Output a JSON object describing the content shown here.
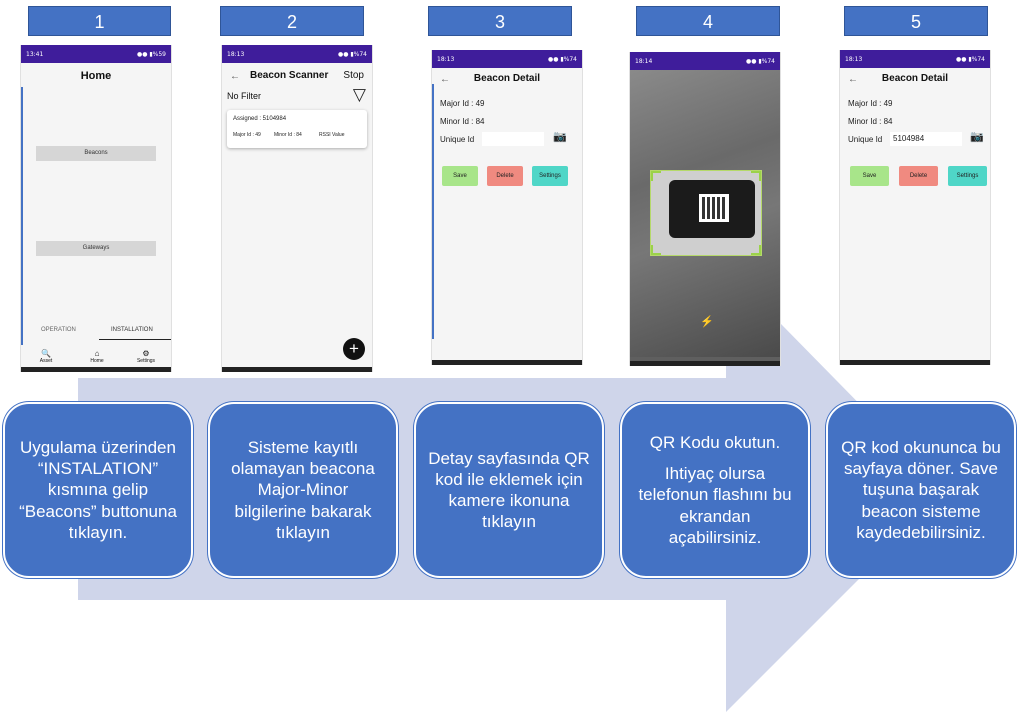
{
  "steps": [
    "1",
    "2",
    "3",
    "4",
    "5"
  ],
  "status_times": [
    "13:41",
    "18:13",
    "18:13",
    "18:14",
    "18:13"
  ],
  "status_icons": [
    "●● ▮%59",
    "●● ▮%74",
    "●● ▮%74",
    "●● ▮%74",
    "●● ▮%74"
  ],
  "screen1": {
    "title": "Home",
    "beacons_button": "Beacons",
    "gateways_button": "Gateways",
    "tab_operation": "OPERATION",
    "tab_installation": "INSTALLATION",
    "nav": [
      {
        "icon": "🔍",
        "label": "Asset"
      },
      {
        "icon": "⌂",
        "label": "Home"
      },
      {
        "icon": "⚙",
        "label": "Settings"
      }
    ]
  },
  "screen2": {
    "back": "←",
    "title": "Beacon Scanner",
    "stop": "Stop",
    "filter_label": "No Filter",
    "filter_icon": "▽",
    "card": {
      "assigned": "Assigned : 5104984",
      "major": "Major Id : 49",
      "minor": "Minor Id : 84",
      "rssi": "RSSI Value"
    },
    "fab": "+"
  },
  "screen3": {
    "back": "←",
    "title": "Beacon Detail",
    "major": "Major Id : 49",
    "minor": "Minor Id : 84",
    "unique_label": "Unique Id",
    "unique_value": "",
    "camera": "📷",
    "save": "Save",
    "delete": "Delete",
    "settings": "Settings"
  },
  "screen4": {
    "flash": "⚡"
  },
  "screen5": {
    "back": "←",
    "title": "Beacon Detail",
    "major": "Major Id : 49",
    "minor": "Minor Id : 84",
    "unique_label": "Unique Id",
    "unique_value": "5104984",
    "camera": "📷",
    "save": "Save",
    "delete": "Delete",
    "settings": "Settings"
  },
  "callouts": [
    {
      "lines": [
        "Uygulama üzerinden “INSTALATION” kısmına gelip “Beacons” buttonuna tıklayın."
      ]
    },
    {
      "lines": [
        "Sisteme kayıtlı olamayan beacona Major-Minor bilgilerine bakarak tıklayın"
      ]
    },
    {
      "lines": [
        "Detay sayfasında QR kod ile eklemek için kamere ikonuna tıklayın"
      ]
    },
    {
      "lines": [
        "QR Kodu okutun.",
        "Ihtiyaç olursa telefonun flashını bu ekrandan açabilirsiniz."
      ]
    },
    {
      "lines": [
        "QR kod okununca bu sayfaya döner. Save tuşuna başarak beacon sisteme kaydedebilirsiniz."
      ]
    }
  ],
  "colors": {
    "accent": "#4472c4",
    "arrow_fill": "#cfd5ea",
    "statusbar": "#3f1d9b",
    "save_btn": "#a8e58a",
    "delete_btn": "#f08a80",
    "settings_btn": "#4fd6c7"
  }
}
